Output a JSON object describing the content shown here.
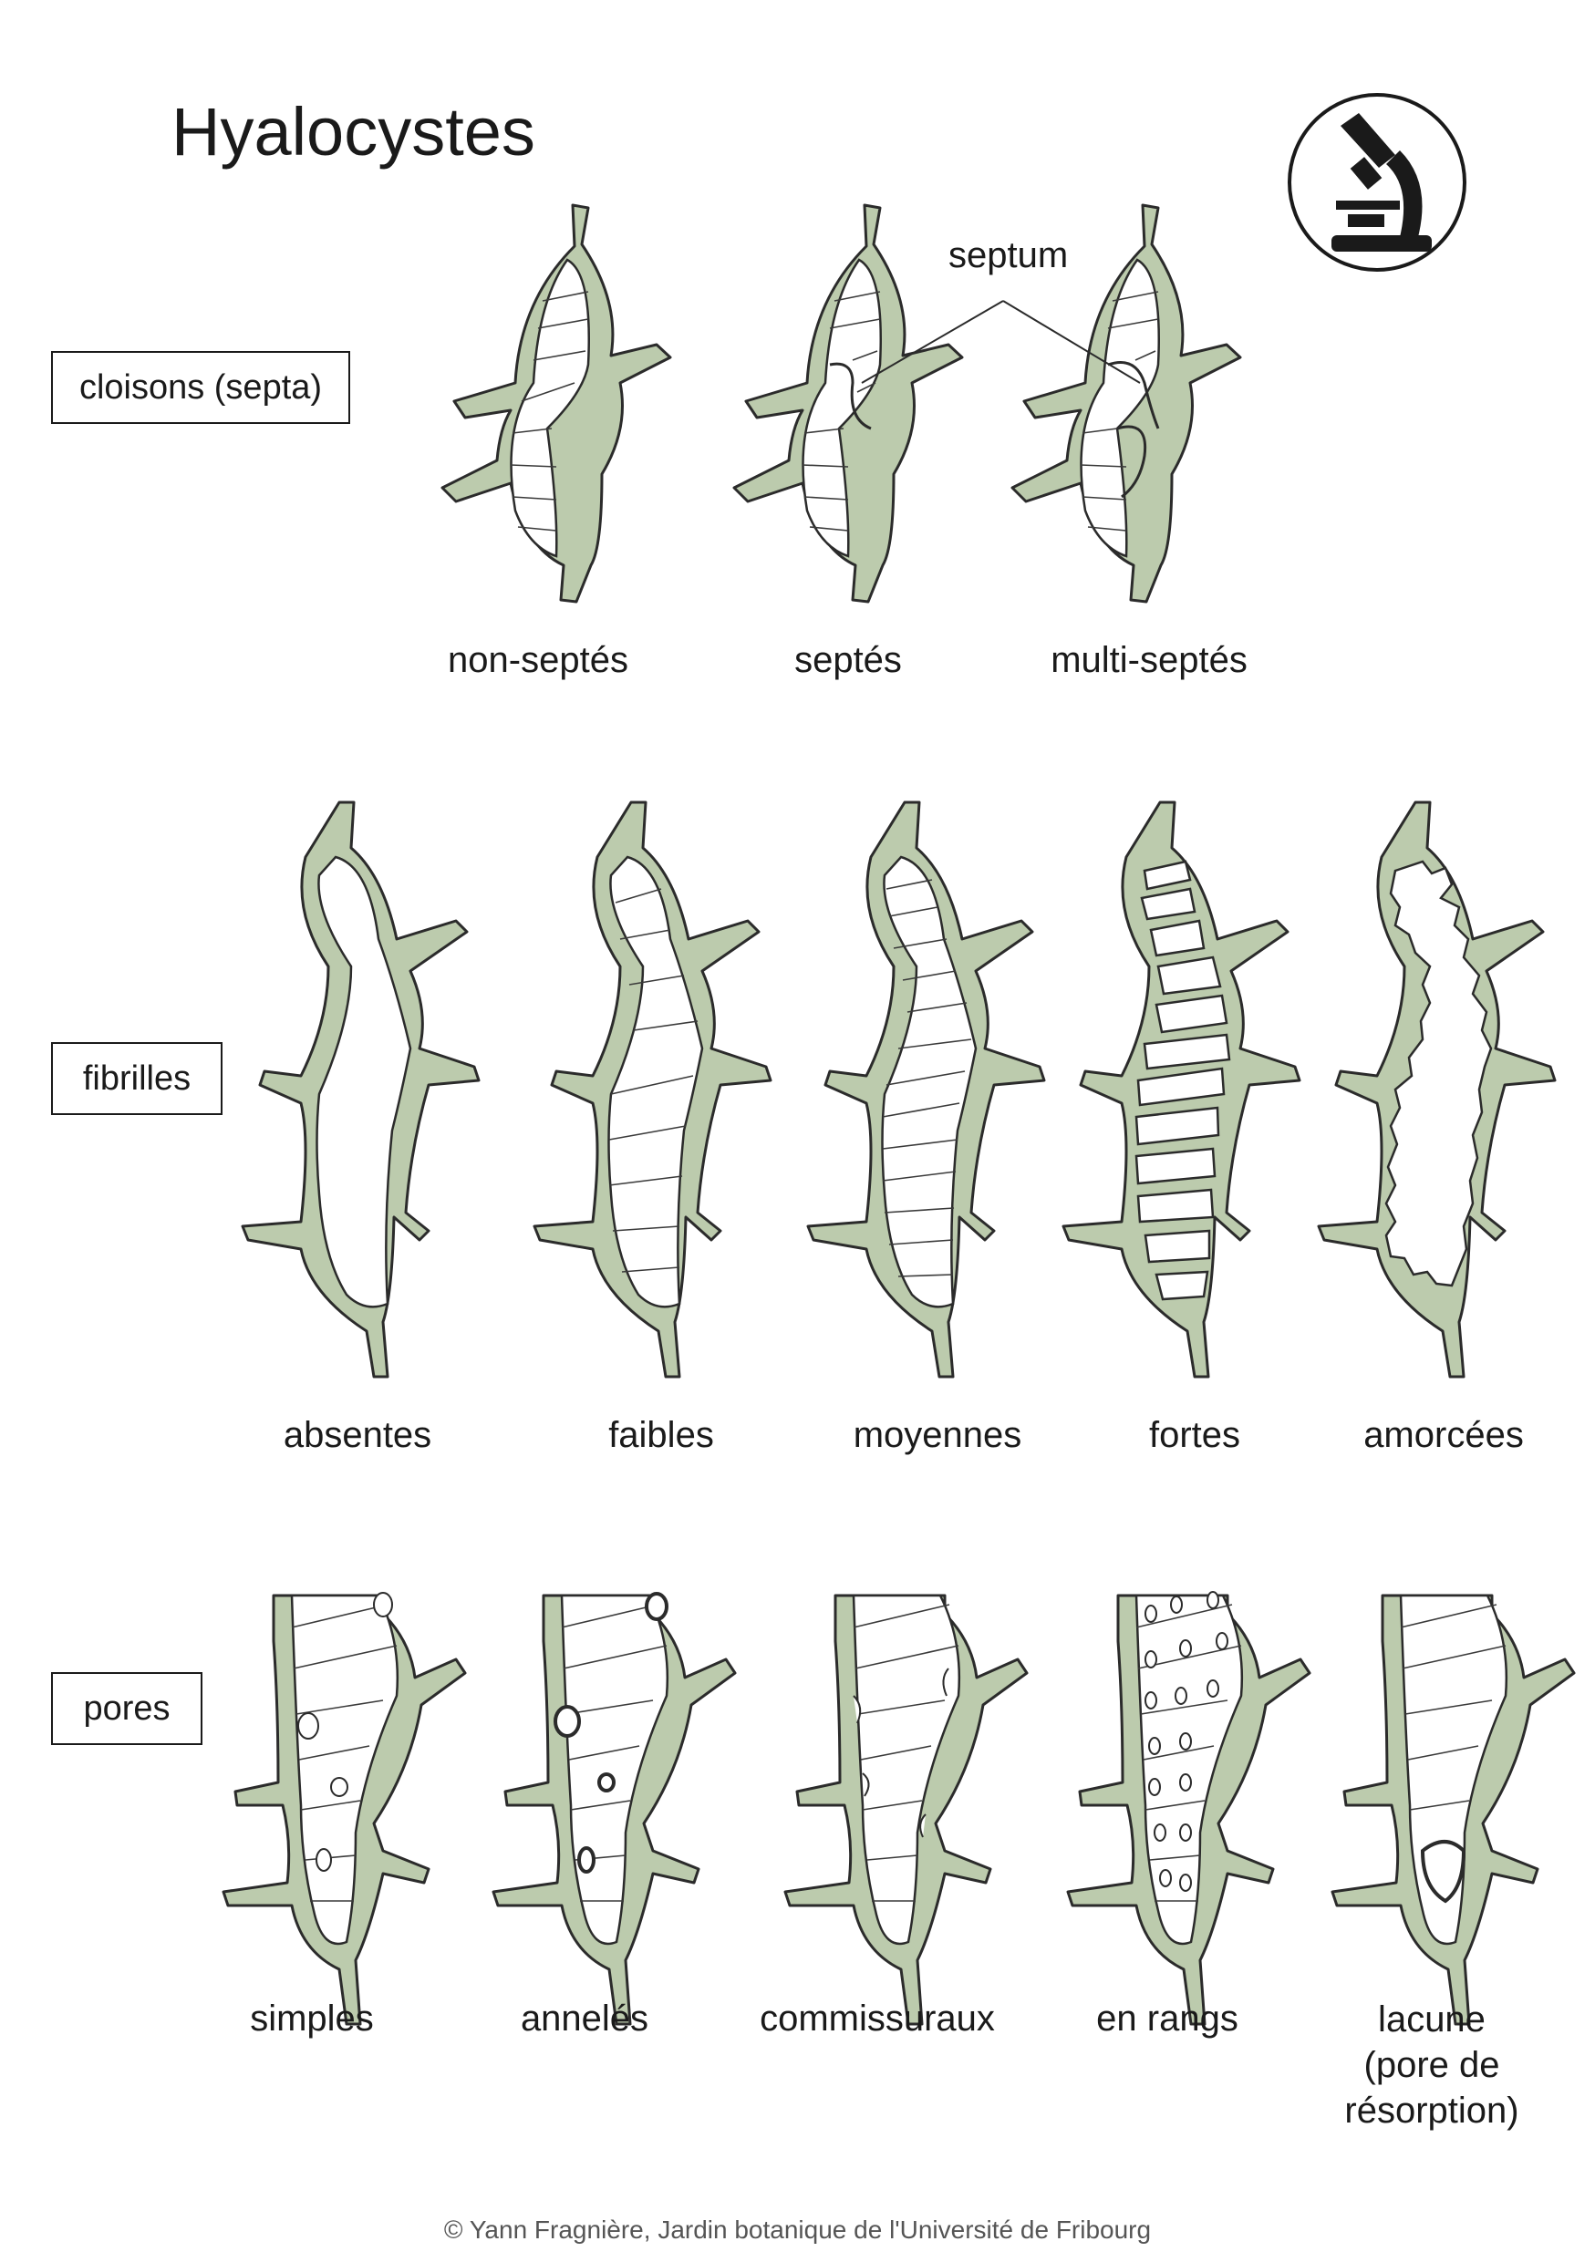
{
  "title": "Hyalocystes",
  "icon": "microscope-icon",
  "colors": {
    "cell_wall": "#bccbad",
    "outline": "#2b2b2b",
    "lumen": "#ffffff"
  },
  "sections": {
    "septa": {
      "label": "cloisons (septa)",
      "annotation": "septum",
      "items": [
        "non-septés",
        "septés",
        "multi-septés"
      ]
    },
    "fibrilles": {
      "label": "fibrilles",
      "items": [
        "absentes",
        "faibles",
        "moyennes",
        "fortes",
        "amorcées"
      ]
    },
    "pores": {
      "label": "pores",
      "items": [
        "simples",
        "annelés",
        "commissuraux",
        "en rangs"
      ],
      "lacune": [
        "lacune",
        "(pore de",
        "résorption)"
      ]
    }
  },
  "footer": "© Yann Fragnière, Jardin botanique de l'Université de Fribourg"
}
